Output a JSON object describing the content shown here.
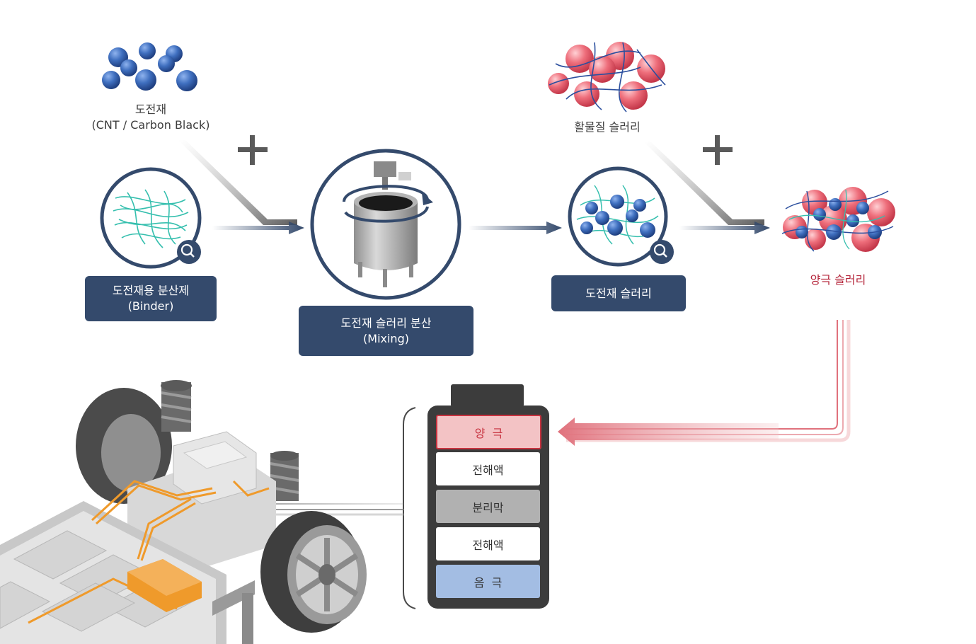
{
  "conductive_material": {
    "name": "도전재",
    "examples": "(CNT / Carbon Black)"
  },
  "binder": {
    "name": "도전재용 분산제",
    "english": "(Binder)"
  },
  "mixing": {
    "name": "도전재 슬러리 분산",
    "english": "(Mixing)"
  },
  "conductive_slurry": {
    "name": "도전재 슬러리"
  },
  "active_slurry": {
    "name": "활물질 슬러리"
  },
  "cathode_slurry": {
    "name": "양극 슬러리"
  },
  "plus_symbol": "+",
  "battery_layers": [
    {
      "label": "양  극",
      "fill": "#f3c3c5",
      "border": "#c7323f",
      "text": "#c7323f"
    },
    {
      "label": "전해액",
      "fill": "#ffffff",
      "border": "#ffffff",
      "text": "#333333"
    },
    {
      "label": "분리막",
      "fill": "#b1b1b1",
      "border": "#b1b1b1",
      "text": "#333333"
    },
    {
      "label": "전해액",
      "fill": "#ffffff",
      "border": "#ffffff",
      "text": "#333333"
    },
    {
      "label": "음  극",
      "fill": "#a3bde3",
      "border": "#a3bde3",
      "text": "#333333"
    }
  ],
  "colors": {
    "navy": "#344a6c",
    "conductive_blue": "#3f6fbf",
    "active_pink": "#e05767",
    "binder_teal": "#35bfae",
    "accent_red": "#b5263b",
    "battery_body": "#3c3c3c",
    "wiring_orange": "#ef9a2b"
  }
}
